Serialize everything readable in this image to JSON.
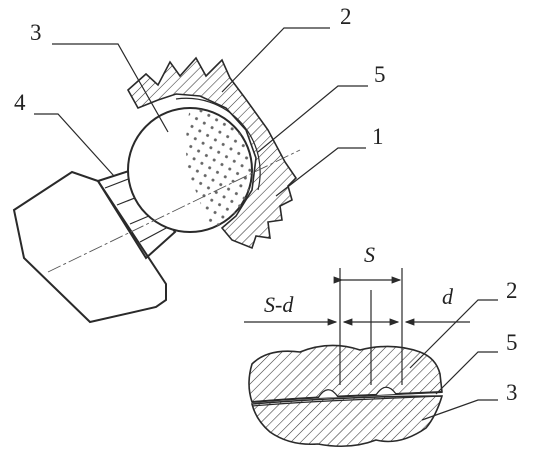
{
  "figure": {
    "tool_view": {
      "labels": [
        "1",
        "2",
        "3",
        "4",
        "5"
      ]
    },
    "section_view": {
      "labels": [
        "2",
        "5",
        "3"
      ],
      "dimensions": [
        "S",
        "S-d",
        "d"
      ]
    }
  },
  "colors": {
    "line": "#2a2a2a",
    "background": "#ffffff",
    "hatch": "#333333"
  }
}
